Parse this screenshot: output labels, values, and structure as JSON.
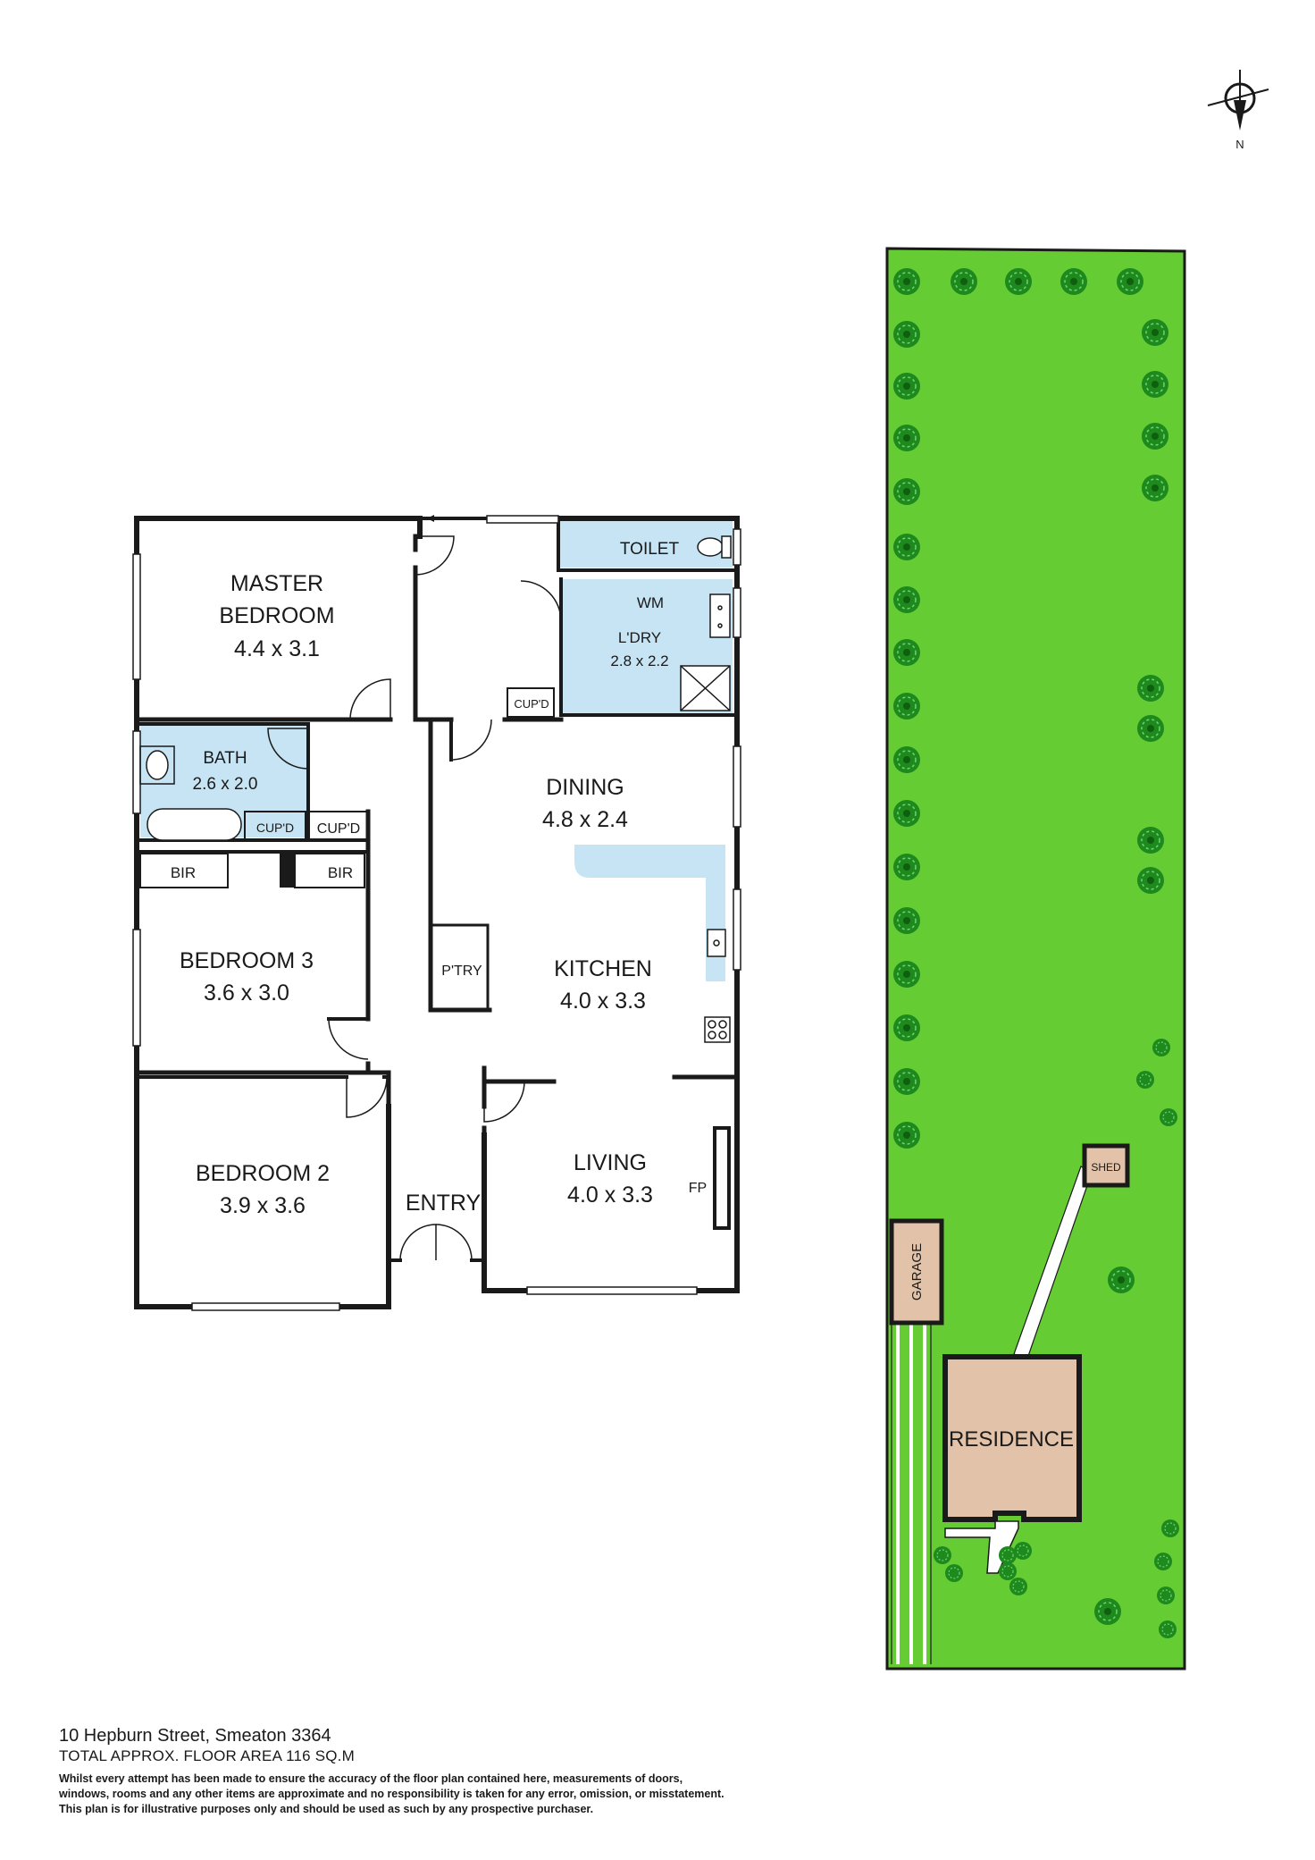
{
  "compass": {
    "label": "N"
  },
  "rooms": {
    "master_bedroom": {
      "name_line1": "MASTER",
      "name_line2": "BEDROOM",
      "size": "4.4 x 3.1"
    },
    "toilet": {
      "name": "TOILET"
    },
    "laundry": {
      "wm": "WM",
      "name": "L'DRY",
      "size": "2.8 x 2.2",
      "cupd": "CUP'D"
    },
    "bath": {
      "name": "BATH",
      "size": "2.6 x 2.0"
    },
    "cupd_bath": "CUP'D",
    "cupd_hall": "CUP'D",
    "bir_left": "BIR",
    "bir_right": "BIR",
    "dining": {
      "name": "DINING",
      "size": "4.8 x 2.4"
    },
    "bedroom3": {
      "name": "BEDROOM 3",
      "size": "3.6 x 3.0"
    },
    "pantry": "P'TRY",
    "kitchen": {
      "name": "KITCHEN",
      "size": "4.0 x 3.3"
    },
    "bedroom2": {
      "name": "BEDROOM 2",
      "size": "3.9 x 3.6"
    },
    "entry": "ENTRY",
    "living": {
      "name": "LIVING",
      "size": "4.0 x 3.3",
      "fp": "FP"
    }
  },
  "site": {
    "shed": "SHED",
    "garage": "GARAGE",
    "residence": "RESIDENCE"
  },
  "colors": {
    "wet_area": "#c6e4f3",
    "lawn": "#66cc33",
    "tree": "#1e8a1e",
    "building": "#e2c3a9",
    "wall": "#1a1a1a"
  },
  "footer": {
    "address": "10 Hepburn Street, Smeaton 3364",
    "area": "TOTAL APPROX. FLOOR AREA 116 SQ.M",
    "disclaimer_line1": "Whilst every attempt has been made to ensure the accuracy of the floor plan contained here, measurements of doors,",
    "disclaimer_line2": "windows, rooms and any other items are approximate and no responsibility is taken for any error, omission, or misstatement.",
    "disclaimer_line3": "This plan is for illustrative purposes only and should be used as such by any prospective purchaser."
  }
}
